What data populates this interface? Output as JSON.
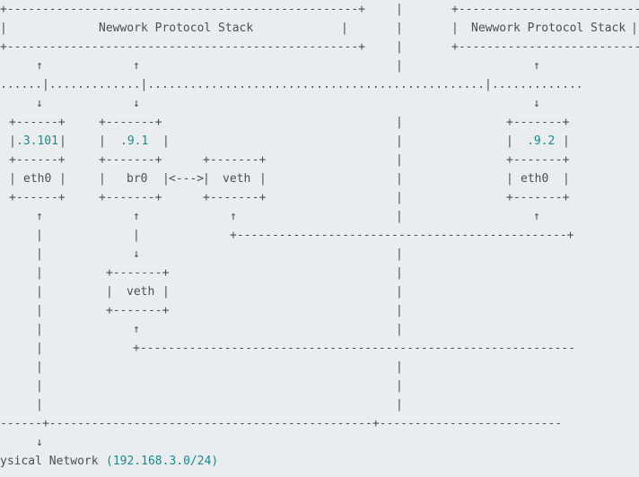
{
  "colors": {
    "background": "#eaedf0",
    "text": "#4a4f55",
    "number": "#1a8a8a"
  },
  "left_stack": {
    "title": "Newwork Protocol Stack",
    "ip_eth0": ".3.101",
    "ip_br0": ".9.1",
    "eth0": "eth0",
    "br0": "br0",
    "bridge_link": "<--->",
    "veth_right": "veth",
    "veth_lower": "veth"
  },
  "right_stack": {
    "title": "Newwork Protocol Stack",
    "ip": ".9.2",
    "eth0": "eth0"
  },
  "network": {
    "label_prefix": "ysical Network",
    "cidr": "(192.168.3.0/24)"
  },
  "arrows": {
    "up": "↑",
    "down": "↓"
  }
}
